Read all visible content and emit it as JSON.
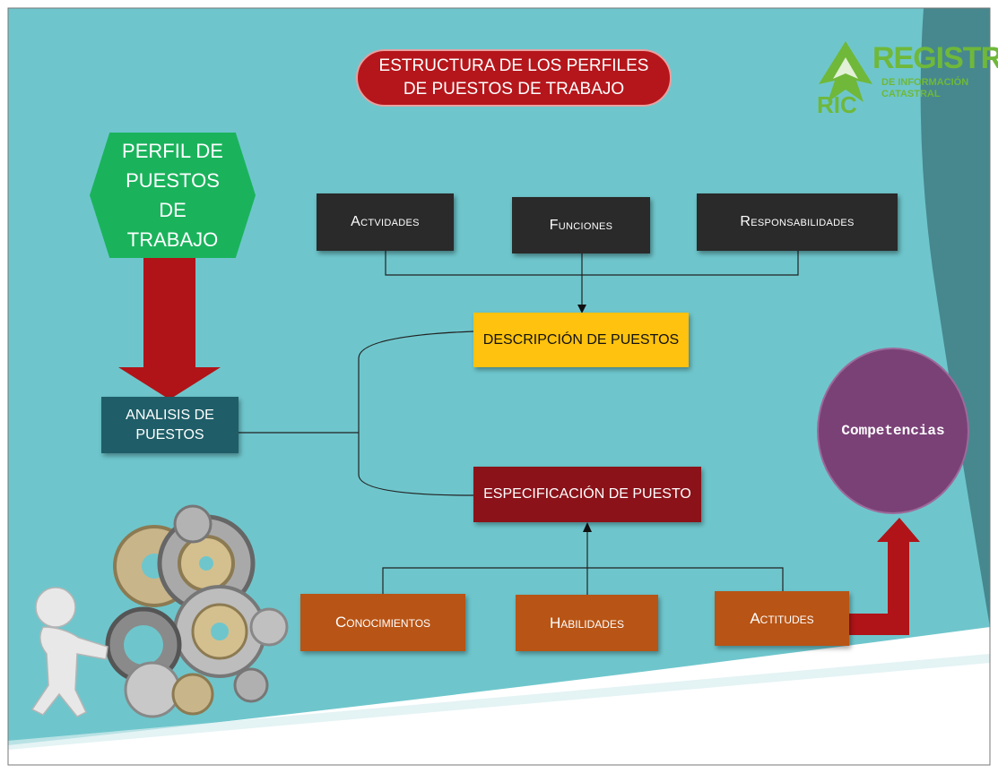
{
  "title": "ESTRUCTURA DE LOS PERFILES DE PUESTOS DE TRABAJO",
  "logo": {
    "title": "REGISTRO",
    "subtitle_1": "DE INFORMACIÓN",
    "subtitle_2": "CATASTRAL",
    "acronym": "RIC"
  },
  "nodes": {
    "perfil": "PERFIL DE PUESTOS DE TRABAJO",
    "analisis": "ANALISIS DE PUESTOS",
    "actividades": "Actvidades",
    "funciones": "Funciones",
    "responsabilidades": "Responsabilidades",
    "descripcion": "DESCRIPCIÓN DE PUESTOS",
    "especificacion": "ESPECIFICACIÓN DE PUESTO",
    "conocimientos": "Conocimientos",
    "habilidades": "Habilidades",
    "actitudes": "Actitudes",
    "competencias": "Competencias"
  },
  "colors": {
    "background": "#6ec6cc",
    "title_pill": "#b5161b",
    "hexagon": "#1ab35c",
    "dark_box": "#2a2a2a",
    "descripcion": "#ffc20e",
    "analisis": "#1f5e68",
    "especificacion": "#8b1219",
    "orange_box": "#b85415",
    "competencias": "#7a4177",
    "arrow_red": "#b01418",
    "logo_green": "#6fb83a"
  }
}
